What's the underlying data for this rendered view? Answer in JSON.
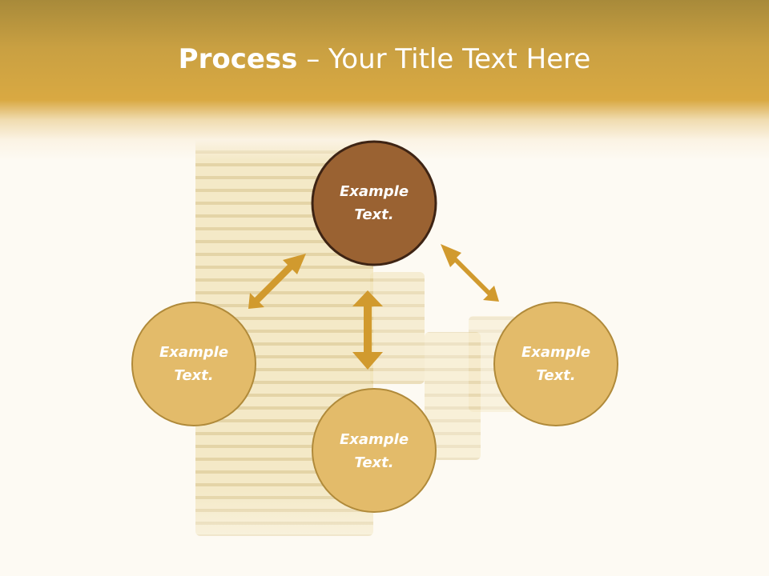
{
  "title": {
    "bold": "Process",
    "separator": " – ",
    "rest": "Your Title Text Here"
  },
  "nodes": [
    {
      "id": "top",
      "label": "Example\nText.",
      "fill": "#9a6232",
      "stroke": "#3e2414"
    },
    {
      "id": "left",
      "label": "Example\nText.",
      "fill": "#e3bb6a",
      "stroke": "#b08a3a"
    },
    {
      "id": "bottom",
      "label": "Example\nText.",
      "fill": "#e3bb6a",
      "stroke": "#b08a3a"
    },
    {
      "id": "right",
      "label": "Example\nText.",
      "fill": "#e3bb6a",
      "stroke": "#b08a3a"
    }
  ],
  "colors": {
    "arrow": "#d19a2e",
    "header": "#d9a942"
  }
}
